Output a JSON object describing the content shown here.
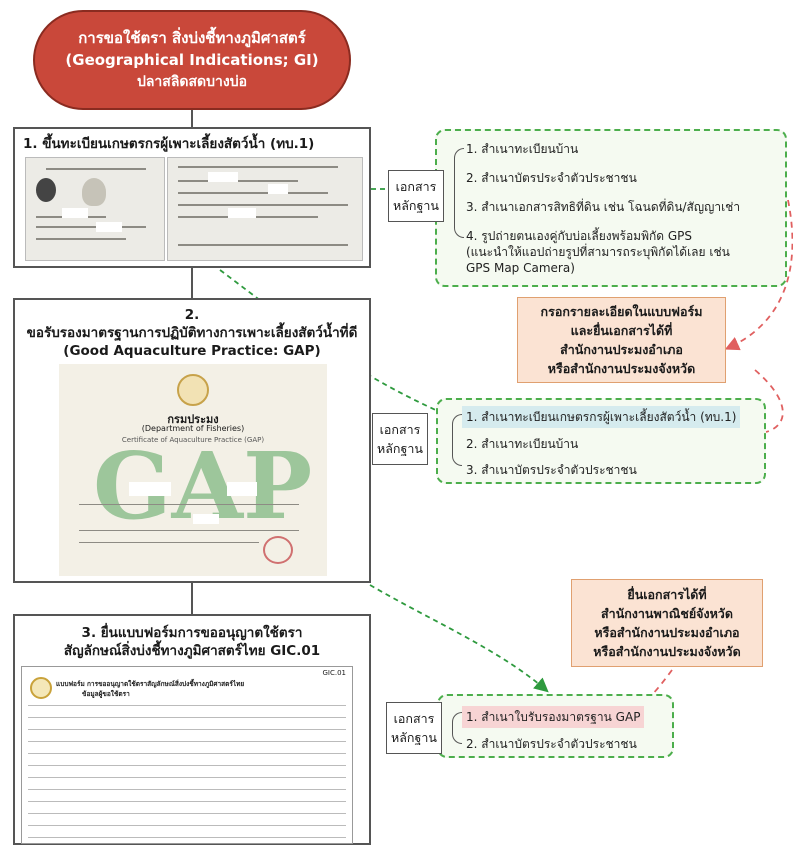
{
  "header": {
    "line1": "การขอใช้ตรา สิ่งบ่งชี้ทางภูมิศาสตร์",
    "line2": "(Geographical Indications; GI)",
    "line3": "ปลาสลิดสดบางบ่อ"
  },
  "steps": [
    {
      "title_lines": [
        "1. ขึ้นทะเบียนเกษตรกรผู้เพาะเลี้ยงสัตว์น้ำ (ทบ.1)"
      ],
      "documents_label": [
        "เอกสาร",
        "หลักฐาน"
      ],
      "documents": [
        "1. สำเนาทะเบียนบ้าน",
        "2. สำเนาบัตรประจำตัวประชาชน",
        "3. สำเนาเอกสารสิทธิที่ดิน เช่น โฉนดที่ดิน/สัญญาเช่า",
        "4. รูปถ่ายตนเองคู่กับบ่อเลี้ยงพร้อมพิกัด GPS",
        "(แนะนำให้แอปถ่ายรูปที่สามารถระบุพิกัดได้เลย เช่น",
        "GPS Map Camera)"
      ]
    },
    {
      "title_lines": [
        "2.",
        "ขอรับรองมาตรฐานการปฏิบัติทางการเพาะเลี้ยงสัตว์น้ำที่ดี",
        "(Good Aquaculture Practice: GAP)"
      ],
      "documents_label": [
        "เอกสาร",
        "หลักฐาน"
      ],
      "documents": [
        "1. สำเนาทะเบียนเกษตรกรผู้เพาะเลี้ยงสัตว์น้ำ (ทบ.1)",
        "2. สำเนาทะเบียนบ้าน",
        "3. สำเนาบัตรประจำตัวประชาชน"
      ],
      "certificate": {
        "org_th": "กรมประมง",
        "org_en": "(Department of Fisheries)",
        "subtitle": "Certificate of Aquaculture Practice (GAP)",
        "watermark": "GAP"
      }
    },
    {
      "title_lines": [
        "3. ยื่นแบบฟอร์มการขออนุญาตใช้ตรา",
        "สัญลักษณ์สิ่งบ่งชี้ทางภูมิศาสตร์ไทย GIC.01"
      ],
      "documents_label": [
        "เอกสาร",
        "หลักฐาน"
      ],
      "documents": [
        "1. สำเนาใบรับรองมาตรฐาน GAP",
        "2. สำเนาบัตรประจำตัวประชาชน"
      ],
      "form": {
        "code": "GIC.01",
        "title": "แบบฟอร์ม การขออนุญาตใช้ตราสัญลักษณ์สิ่งบ่งชี้ทางภูมิศาสตร์ไทย",
        "subtitle": "ข้อมูลผู้ขอใช้ตรา"
      }
    }
  ],
  "notes": {
    "submit_district": [
      "กรอกรายละเอียดในแบบฟอร์ม",
      "และยื่นเอกสารได้ที่",
      "สำนักงานประมงอำเภอ",
      "หรือสำนักงานประมงจังหวัด"
    ],
    "submit_commerce": [
      "ยื่นเอกสารได้ที่",
      "สำนักงานพาณิชย์จังหวัด",
      "หรือสำนักงานประมงอำเภอ",
      "หรือสำนักงานประมงจังหวัด"
    ]
  },
  "colors": {
    "header_fill": "#c9483a",
    "doc_group_border": "#4cae4c",
    "note_fill": "#fbe3d3",
    "highlight_blue": "#d5ebee",
    "highlight_pink": "#f7d4d4",
    "red_dashed": "#e06060"
  }
}
